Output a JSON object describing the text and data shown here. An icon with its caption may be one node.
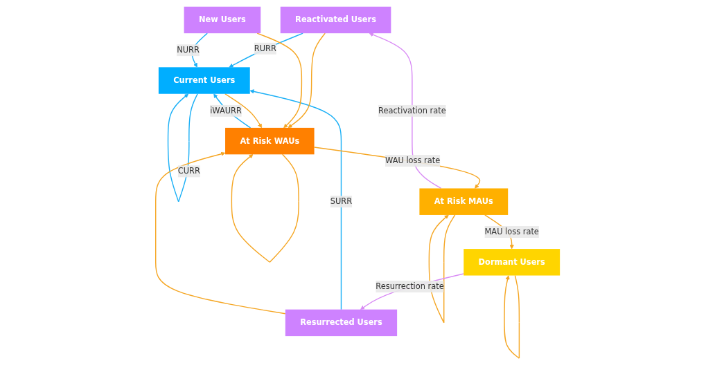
{
  "diagram": {
    "nodes": [
      {
        "text": [
          "Reactivated Users"
        ]
      },
      {
        "text": [
          "New Users"
        ]
      },
      {
        "text": [
          "Resurrected Users"
        ]
      },
      {
        "text": [
          "Current Users"
        ]
      },
      {
        "text": [
          "At Risk WAUs"
        ]
      },
      {
        "text": [
          "At Risk MAUs"
        ]
      },
      {
        "text": [
          "Dormant Users"
        ]
      }
    ],
    "edges": [
      {
        "from": 0,
        "to": 3,
        "arrow": "to",
        "label": "RURR",
        "color": "#1cb0f6"
      },
      {
        "from": 1,
        "to": 3,
        "arrow": "to",
        "label": "NURR",
        "color": "#1cb0f6"
      },
      {
        "from": 2,
        "to": 3,
        "arrow": "to",
        "label": "SURR",
        "color": "#1cb0f6"
      },
      {
        "from": 3,
        "to": 3,
        "arrow": "to",
        "label": "CURR",
        "color": "#1cb0f6"
      },
      {
        "from": 4,
        "to": 3,
        "arrow": "to",
        "label": "iWAURR",
        "color": "#1cb0f6"
      },
      {
        "from": 0,
        "to": 4,
        "arrow": "to"
      },
      {
        "from": 1,
        "to": 4,
        "arrow": "to"
      },
      {
        "from": 3,
        "to": 4,
        "arrow": "to"
      },
      {
        "from": 2,
        "to": 4,
        "arrow": "to"
      },
      {
        "from": 4,
        "to": 4,
        "arrow": "to"
      },
      {
        "from": 4,
        "to": 5,
        "arrow": "to",
        "label": "WAU loss rate"
      },
      {
        "from": 5,
        "to": 5,
        "arrow": "to"
      },
      {
        "from": 5,
        "to": 6,
        "arrow": "to",
        "label": "MAU loss rate"
      },
      {
        "from": 6,
        "to": 6,
        "arrow": "to"
      },
      {
        "from": 5,
        "to": 0,
        "arrow": "to",
        "label": "Reactivation rate",
        "color": "#d98cf5"
      },
      {
        "from": 6,
        "to": 2,
        "arrow": "to",
        "label": "Resurrection rate",
        "color": "#d98cf5"
      }
    ]
  }
}
